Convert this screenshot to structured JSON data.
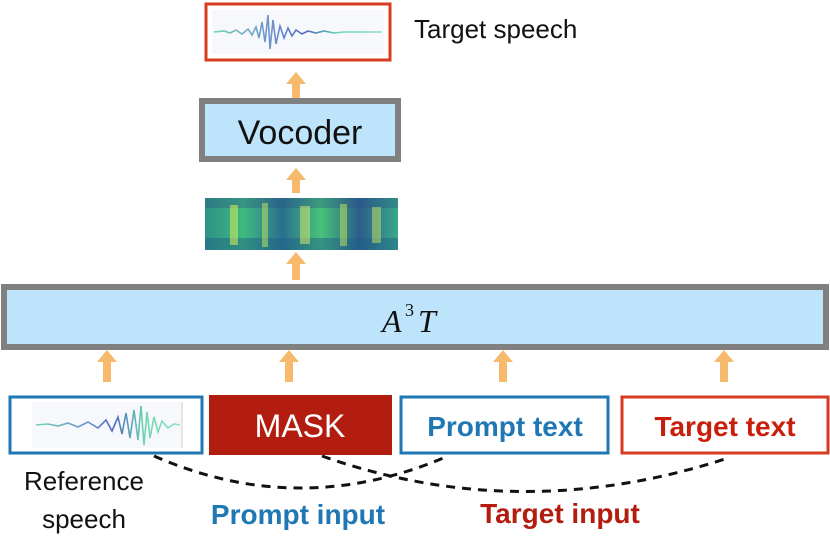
{
  "output": {
    "label": "Target speech"
  },
  "vocoder": {
    "label": "Vocoder"
  },
  "model": {
    "label_base": "A",
    "label_sup": "3",
    "label_tail": "T"
  },
  "inputs": {
    "mask_label": "MASK",
    "prompt_text_label": "Prompt text",
    "target_text_label": "Target text",
    "reference_line1": "Reference",
    "reference_line2": "speech"
  },
  "groups": {
    "prompt_input_label": "Prompt input",
    "target_input_label": "Target input"
  },
  "colors": {
    "arrow": "#f7b96b",
    "box_fill": "#bde4fb",
    "box_border": "#808080",
    "blue": "#1f77b4",
    "red": "#c81e0c",
    "mask_fill": "#b21d0f",
    "waveform_blue": "#5b7fc8",
    "waveform_green": "#6fd5b0"
  },
  "icons": {
    "arrow": "up-arrow-icon",
    "waveform": "waveform-icon",
    "spectrogram": "spectrogram-icon"
  }
}
